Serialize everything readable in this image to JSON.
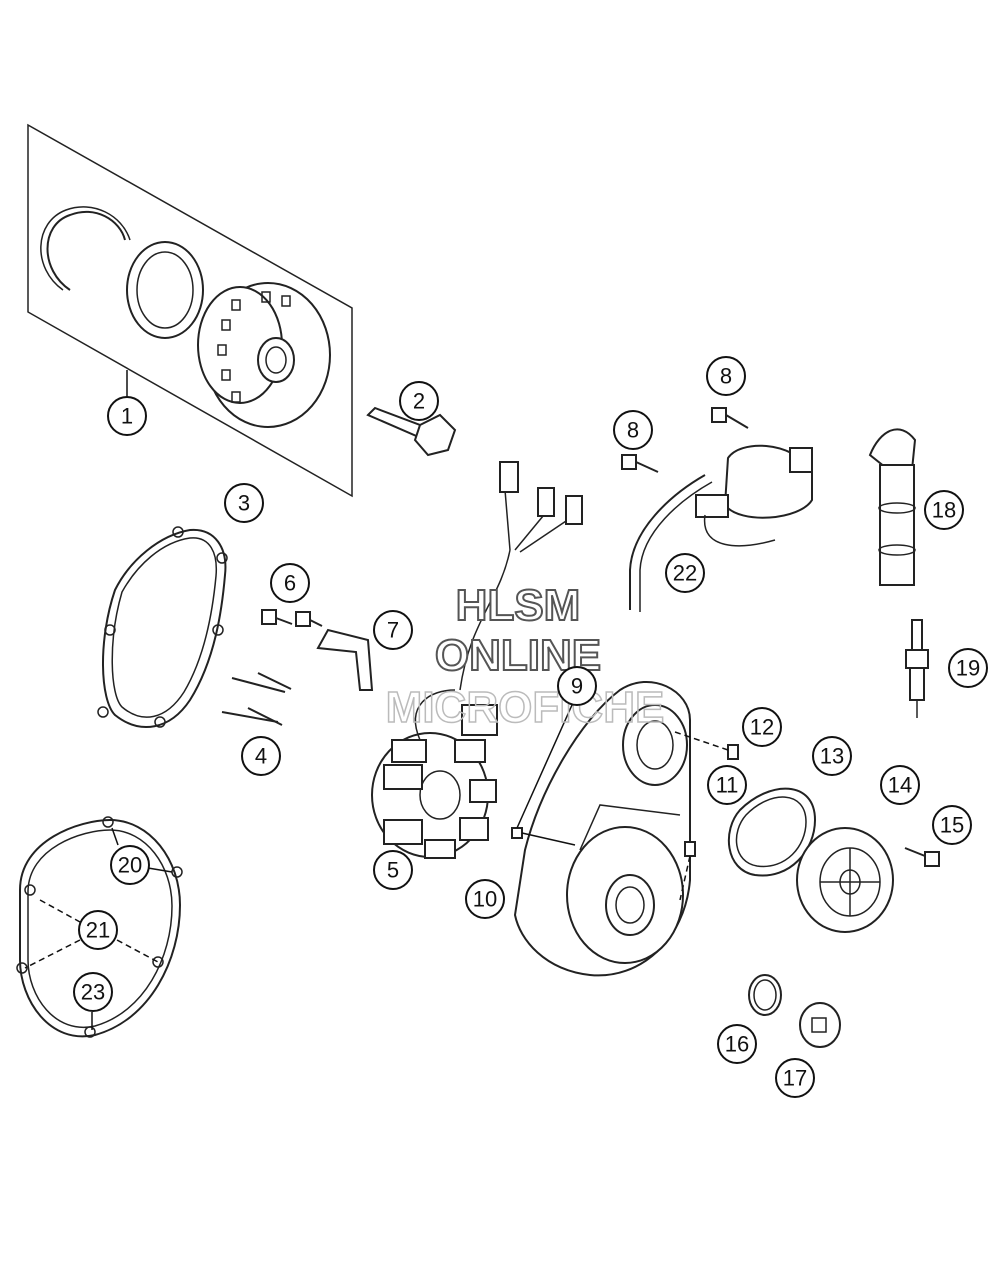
{
  "watermark": {
    "line1": "HLSM",
    "line2": "ONLINE",
    "line3": "MICROFICHE"
  },
  "callouts": [
    {
      "id": "1",
      "label": "1"
    },
    {
      "id": "2",
      "label": "2"
    },
    {
      "id": "3",
      "label": "3"
    },
    {
      "id": "4",
      "label": "4"
    },
    {
      "id": "5",
      "label": "5"
    },
    {
      "id": "6",
      "label": "6"
    },
    {
      "id": "7",
      "label": "7"
    },
    {
      "id": "8a",
      "label": "8"
    },
    {
      "id": "8b",
      "label": "8"
    },
    {
      "id": "9",
      "label": "9"
    },
    {
      "id": "10",
      "label": "10"
    },
    {
      "id": "11",
      "label": "11"
    },
    {
      "id": "12",
      "label": "12"
    },
    {
      "id": "13",
      "label": "13"
    },
    {
      "id": "14",
      "label": "14"
    },
    {
      "id": "15",
      "label": "15"
    },
    {
      "id": "16",
      "label": "16"
    },
    {
      "id": "17",
      "label": "17"
    },
    {
      "id": "18",
      "label": "18"
    },
    {
      "id": "19",
      "label": "19"
    },
    {
      "id": "20",
      "label": "20"
    },
    {
      "id": "21",
      "label": "21"
    },
    {
      "id": "22",
      "label": "22"
    },
    {
      "id": "23",
      "label": "23"
    }
  ]
}
